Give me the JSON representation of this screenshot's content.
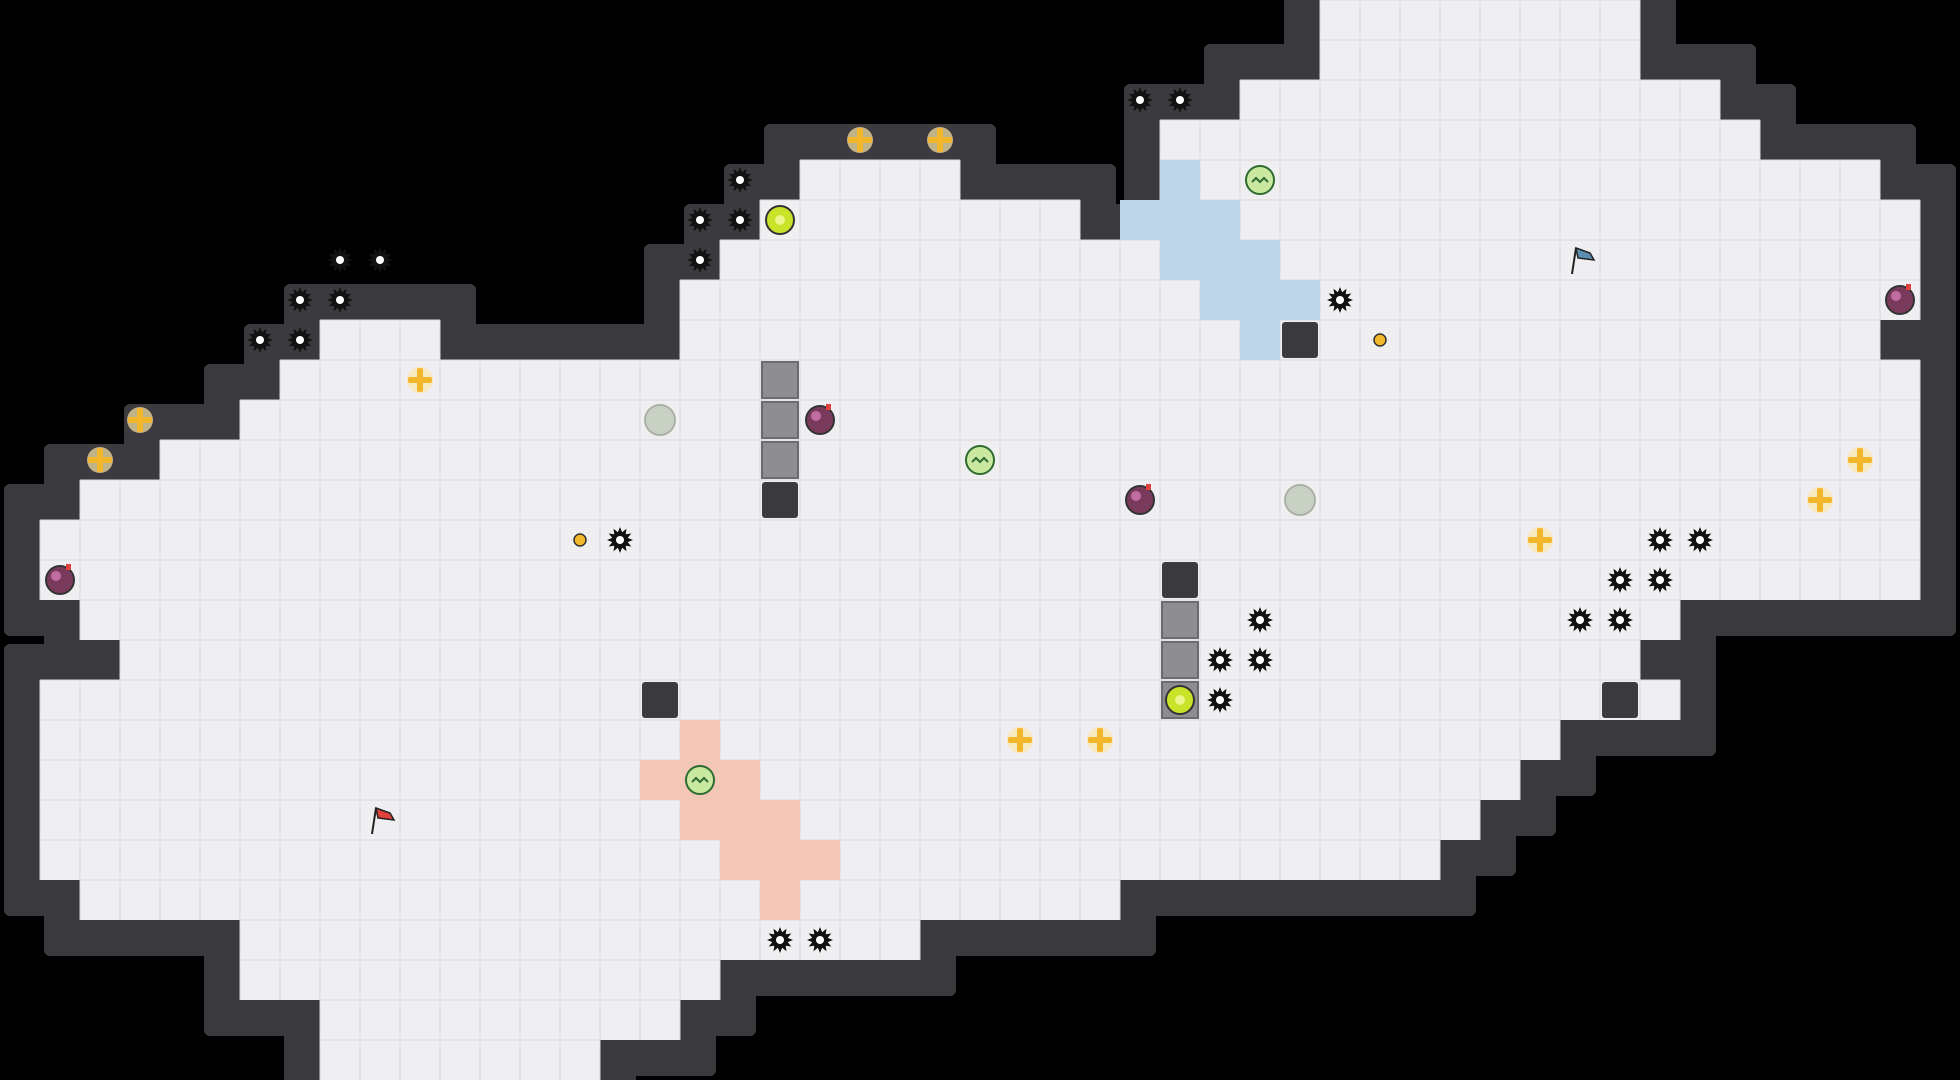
{
  "map": {
    "grid_cols": 49,
    "grid_rows": 27,
    "floor_color": "#efeff1",
    "grid_line_color": "#d9d9de",
    "wall_color": "#3a3a3f",
    "wall_highlight": "#55555b",
    "team_red_zone_color": "#f3c6b5",
    "team_blue_zone_color": "#bcd5e9"
  },
  "flags": [
    {
      "team": "red",
      "icon": "red-flag-icon",
      "color": "#e0413a",
      "col": 9,
      "row": 20
    },
    {
      "team": "blue",
      "icon": "blue-flag-icon",
      "color": "#5b8fb0",
      "col": 39,
      "row": 6
    }
  ],
  "legend": {
    "spike": "spike-icon",
    "boost": "speed-boost-icon",
    "bomb": "bomb-icon",
    "jukejuice": "jukejuice-powerup-icon",
    "rolling_bomb": "rolling-bomb-powerup-icon",
    "button": "button-icon",
    "portal": "portal-icon"
  }
}
